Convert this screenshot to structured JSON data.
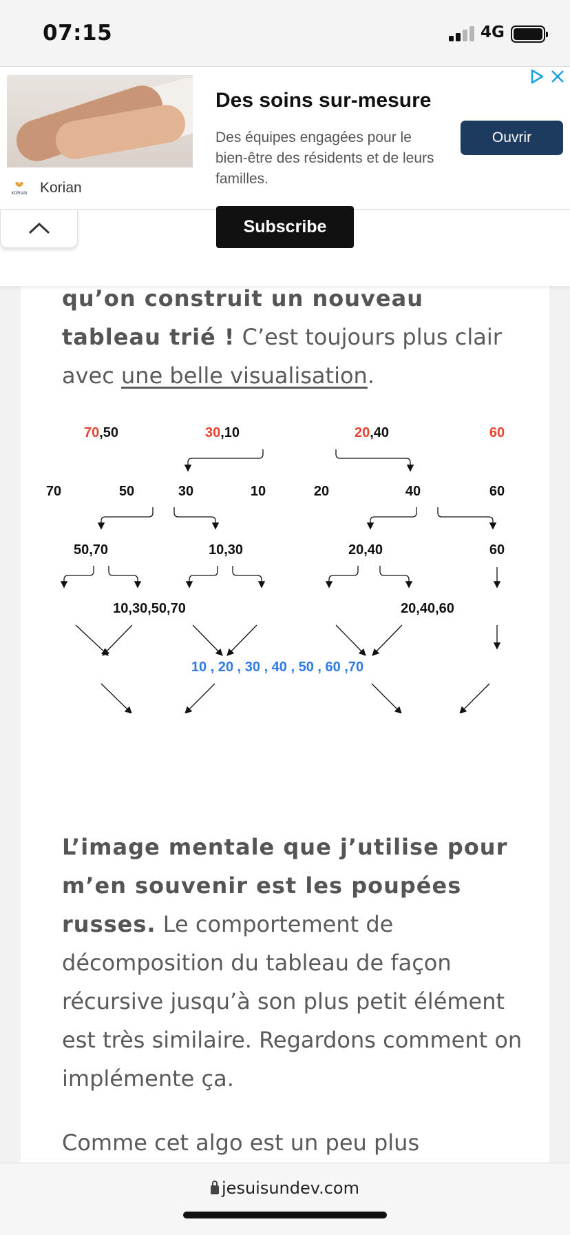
{
  "status_bar": {
    "time": "07:15",
    "network": "4G"
  },
  "ad": {
    "title": "Des soins sur-mesure",
    "description": "Des équipes engagées pour le bien-être des résidents et de leurs familles.",
    "cta": "Ouvrir",
    "brand": "Korian",
    "brand_logo_text": "KORIAN"
  },
  "subscribe_label": "Subscribe",
  "article": {
    "p1_bold": "qu’on construit un nouveau tableau trié !",
    "p1_text": " C’est toujours plus clair avec ",
    "p1_link": "une belle visualisation",
    "p1_end": ".",
    "p2_bold": "L’image mentale que j’utilise pour m’en souvenir est les poupées russes.",
    "p2_text": " Le comportement de décomposition du tableau de façon récursive jusqu’à son plus petit élément est très similaire. Regardons comment on implémente ça.",
    "p3_text": "Comme cet algo est un peu plus"
  },
  "diagram": {
    "colors": {
      "text": "#111111",
      "pivot": "#e8442e",
      "result": "#2f7be5",
      "arrow": "#111111"
    },
    "rows": [
      {
        "label": "top",
        "items": [
          {
            "parts": [
              {
                "t": "70   50  30  "
              },
              {
                "t": "10",
                "hl": true
              },
              {
                "t": "  20  40  60"
              }
            ]
          }
        ]
      },
      {
        "label": "split1",
        "items": [
          {
            "parts": [
              {
                "t": "70,"
              },
              {
                "t": "50",
                "hl": true
              },
              {
                "t": ",30,10"
              }
            ]
          },
          {
            "parts": [
              {
                "t": "20,40,60"
              }
            ]
          }
        ]
      },
      {
        "label": "split2",
        "items": [
          {
            "parts": [
              {
                "t": "70",
                "hl": true
              },
              {
                "t": ",50"
              }
            ]
          },
          {
            "parts": [
              {
                "t": "30",
                "hl": true
              },
              {
                "t": ",10"
              }
            ]
          },
          {
            "parts": [
              {
                "t": "20",
                "hl": true
              },
              {
                "t": ",40"
              }
            ]
          },
          {
            "parts": [
              {
                "t": "60",
                "hl": true
              }
            ]
          }
        ]
      },
      {
        "label": "leaves",
        "items": [
          {
            "parts": [
              {
                "t": "70"
              }
            ]
          },
          {
            "parts": [
              {
                "t": "50"
              }
            ]
          },
          {
            "parts": [
              {
                "t": "30"
              }
            ]
          },
          {
            "parts": [
              {
                "t": "10"
              }
            ]
          },
          {
            "parts": [
              {
                "t": "20"
              }
            ]
          },
          {
            "parts": [
              {
                "t": "40"
              }
            ]
          },
          {
            "parts": [
              {
                "t": "60"
              }
            ]
          }
        ]
      },
      {
        "label": "merge1",
        "items": [
          {
            "parts": [
              {
                "t": "50,70"
              }
            ]
          },
          {
            "parts": [
              {
                "t": "10,30"
              }
            ]
          },
          {
            "parts": [
              {
                "t": "20,40"
              }
            ]
          },
          {
            "parts": [
              {
                "t": "60"
              }
            ]
          }
        ]
      },
      {
        "label": "merge2",
        "items": [
          {
            "parts": [
              {
                "t": "10,30,50,70"
              }
            ]
          },
          {
            "parts": [
              {
                "t": "20,40,60"
              }
            ]
          }
        ]
      },
      {
        "label": "result",
        "items": [
          {
            "parts": [
              {
                "t": "10 , 20 , 30 , 40 , 50 , 60 ,70",
                "res": true
              }
            ]
          }
        ]
      }
    ]
  },
  "bottom_bar": {
    "url": "jesuisundev.com"
  }
}
